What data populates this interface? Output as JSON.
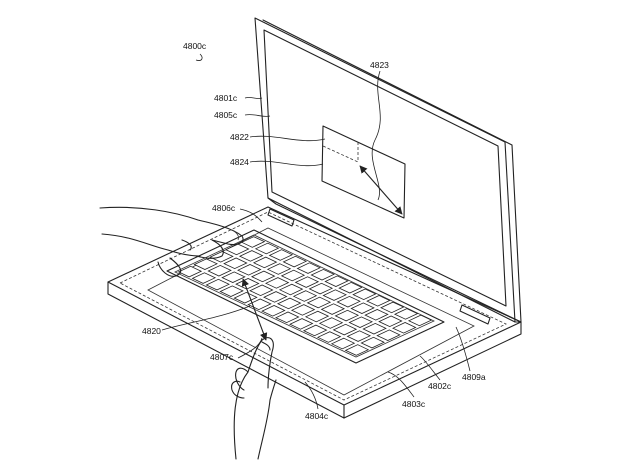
{
  "figure": {
    "labels": {
      "l4800c": "4800c",
      "l4801c": "4801c",
      "l4805c": "4805c",
      "l4822": "4822",
      "l4824": "4824",
      "l4823": "4823",
      "l4806c": "4806c",
      "l4820": "4820",
      "l4807c": "4807c",
      "l4804c": "4804c",
      "l4803c": "4803c",
      "l4802c": "4802c",
      "l4809a": "4809a"
    }
  }
}
